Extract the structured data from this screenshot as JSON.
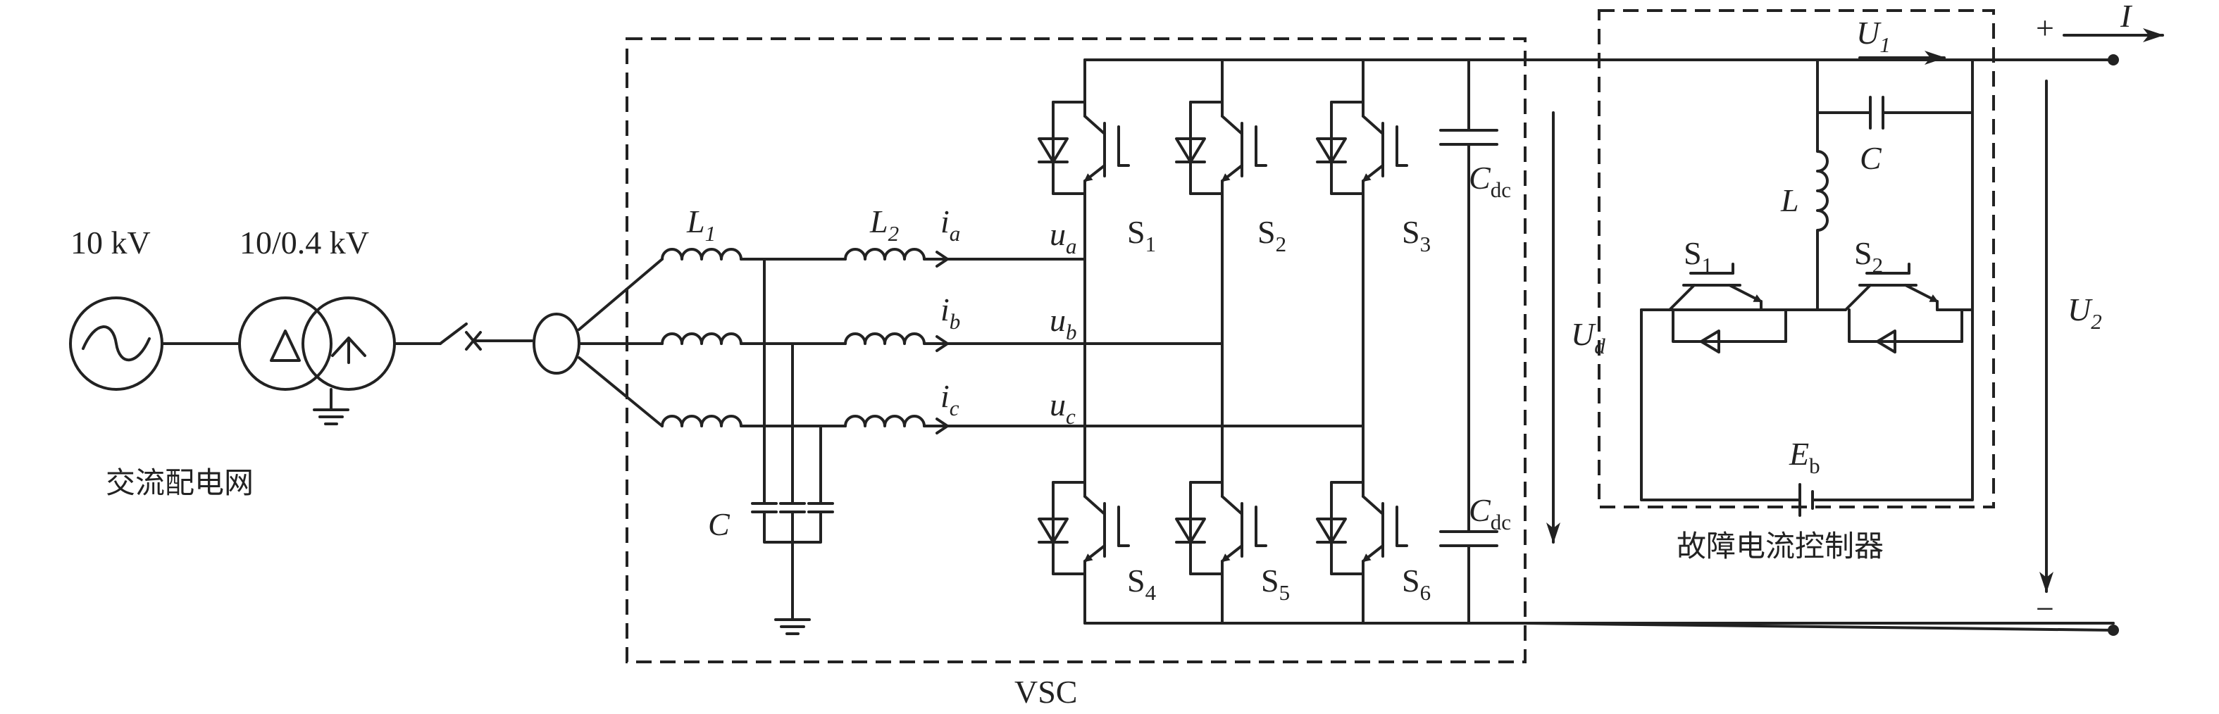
{
  "labels": {
    "v10": "10 kV",
    "trafo": "10/0.4 kV",
    "grid": "交流配电网",
    "L1": "L",
    "L1_sub": "1",
    "L2": "L",
    "L2_sub": "2",
    "ia": "i",
    "ia_sub": "a",
    "ib": "i",
    "ib_sub": "b",
    "ic": "i",
    "ic_sub": "c",
    "ua": "u",
    "ua_sub": "a",
    "ub": "u",
    "ub_sub": "b",
    "uc": "u",
    "uc_sub": "c",
    "C_filter": "C",
    "S1": "S",
    "S1_sub": "1",
    "S2": "S",
    "S2_sub": "2",
    "S3": "S",
    "S3_sub": "3",
    "S4": "S",
    "S4_sub": "4",
    "S5": "S",
    "S5_sub": "5",
    "S6": "S",
    "S6_sub": "6",
    "Cdc_top": "C",
    "Cdc_top_sub": "dc",
    "Cdc_bot": "C",
    "Cdc_bot_sub": "dc",
    "Ud": "U",
    "Ud_sub": "d",
    "vsc": "VSC",
    "U1": "U",
    "U1_sub": "1",
    "C_fcc": "C",
    "L_fcc": "L",
    "FS1": "S",
    "FS1_sub": "1",
    "FS2": "S",
    "FS2_sub": "2",
    "Eb": "E",
    "Eb_sub": "b",
    "fcc": "故障电流控制器",
    "plus": "+",
    "minus": "−",
    "I": "I",
    "U2": "U",
    "U2_sub": "2"
  },
  "colors": {
    "line": "#222222",
    "background": "#ffffff"
  }
}
